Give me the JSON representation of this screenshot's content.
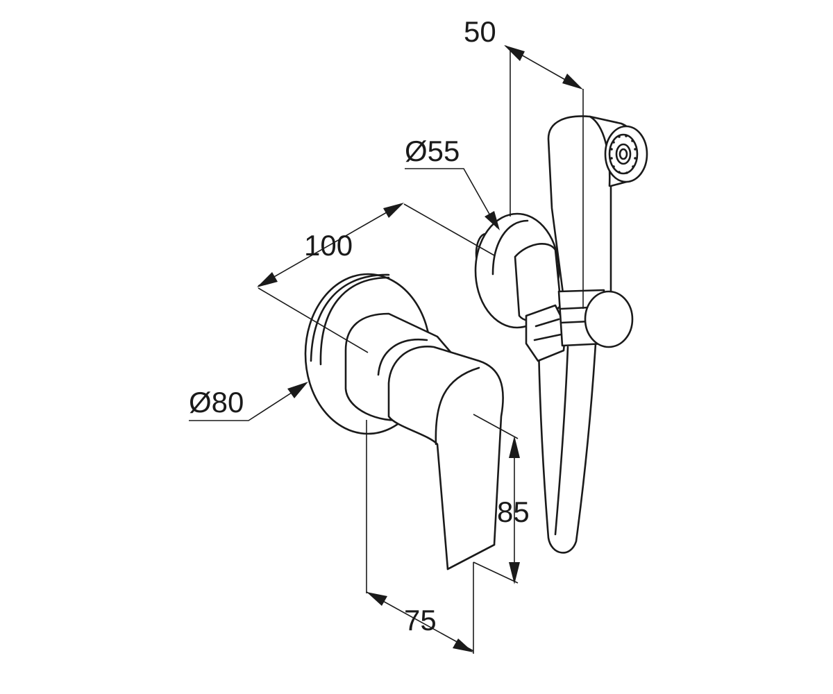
{
  "dimensions": {
    "top_width": "50",
    "outlet_diameter": "Ø55",
    "valve_depth": "100",
    "rosette_diameter": "Ø80",
    "lever_height": "85",
    "lever_length": "75"
  }
}
